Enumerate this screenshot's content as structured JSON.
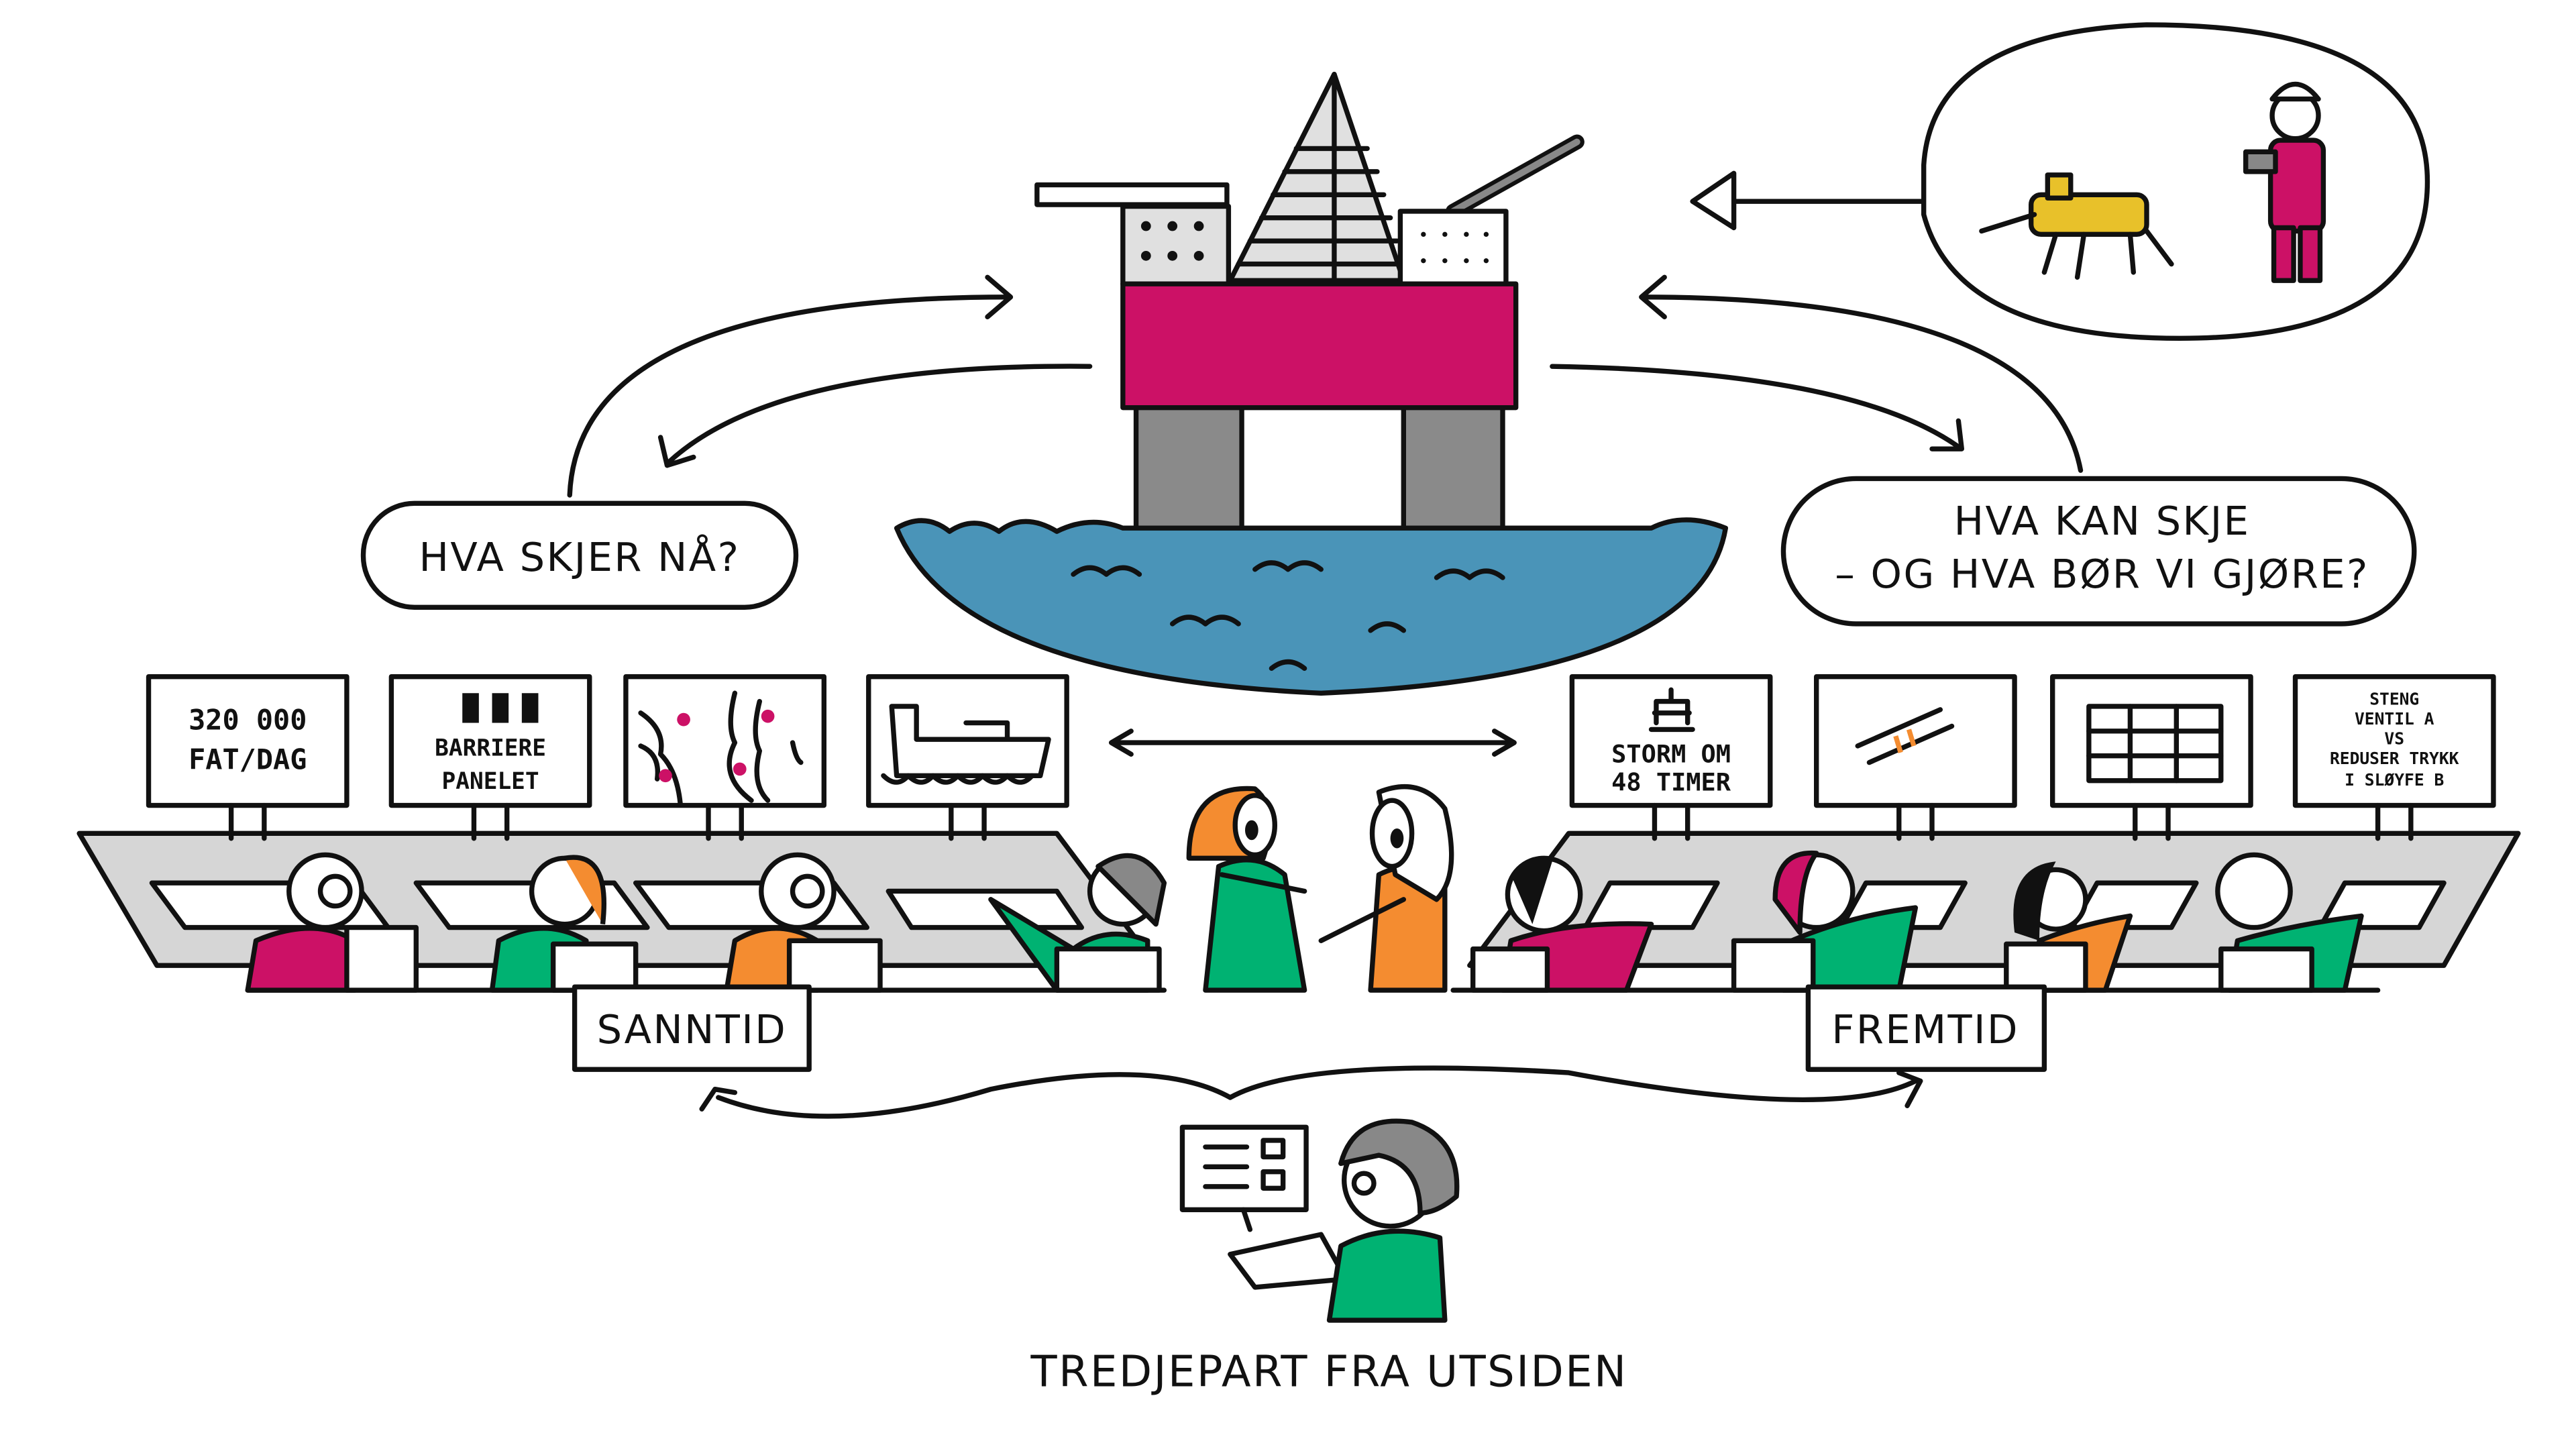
{
  "questions": {
    "now": "HVA SKJER NÅ?",
    "future_line1": "HVA KAN SKJE",
    "future_line2": "– OG HVA BØR VI GJØRE?"
  },
  "left_monitors": {
    "production_value": "320 000",
    "production_unit": "FAT/DAG",
    "barrier_line1": "BARRIERE",
    "barrier_line2": "PANELET"
  },
  "right_monitors": {
    "storm_line1": "STORM OM",
    "storm_line2": "48 TIMER",
    "decision_line1": "STENG",
    "decision_line2": "VENTIL A",
    "decision_line3": "VS",
    "decision_line4": "REDUSER TRYKK",
    "decision_line5": "I SLØYFE B"
  },
  "labels": {
    "realtime": "SANNTID",
    "future": "FREMTID",
    "third_party": "TREDJEPART FRA UTSIDEN"
  },
  "colors": {
    "magenta": "#cc1166",
    "green": "#00b272",
    "orange": "#f48c30",
    "sea": "#4a94b8",
    "desk": "#d6d6d6",
    "robot": "#e8c12a"
  }
}
